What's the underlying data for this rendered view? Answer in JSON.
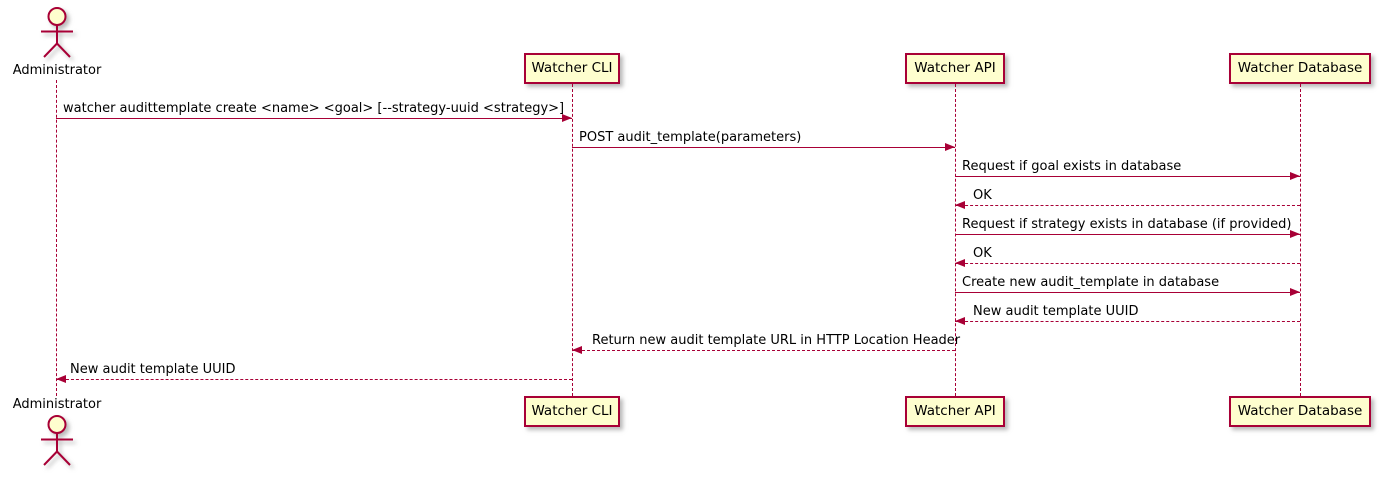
{
  "diagram": {
    "kind": "uml-sequence-diagram",
    "colors": {
      "line": "#A80036",
      "fill": "#FEFECE",
      "text": "#000000",
      "background": "#FFFFFF"
    },
    "actor": {
      "label": "Administrator"
    },
    "participants": [
      {
        "label": "Watcher CLI"
      },
      {
        "label": "Watcher API"
      },
      {
        "label": "Watcher Database"
      }
    ],
    "messages": [
      {
        "text": "watcher audittemplate create <name> <goal> [--strategy-uuid <strategy>]",
        "from": "Administrator",
        "to": "Watcher CLI",
        "line": "solid",
        "direction": "right"
      },
      {
        "text": "POST audit_template(parameters)",
        "from": "Watcher CLI",
        "to": "Watcher API",
        "line": "solid",
        "direction": "right"
      },
      {
        "text": "Request if goal exists in database",
        "from": "Watcher API",
        "to": "Watcher Database",
        "line": "solid",
        "direction": "right"
      },
      {
        "text": "OK",
        "from": "Watcher Database",
        "to": "Watcher API",
        "line": "dashed",
        "direction": "left"
      },
      {
        "text": "Request if strategy exists in database (if provided)",
        "from": "Watcher API",
        "to": "Watcher Database",
        "line": "solid",
        "direction": "right"
      },
      {
        "text": "OK",
        "from": "Watcher Database",
        "to": "Watcher API",
        "line": "dashed",
        "direction": "left"
      },
      {
        "text": "Create new audit_template in database",
        "from": "Watcher API",
        "to": "Watcher Database",
        "line": "solid",
        "direction": "right"
      },
      {
        "text": "New audit template UUID",
        "from": "Watcher Database",
        "to": "Watcher API",
        "line": "dashed",
        "direction": "left"
      },
      {
        "text": "Return new audit template URL in HTTP Location Header",
        "from": "Watcher API",
        "to": "Watcher CLI",
        "line": "dashed",
        "direction": "left"
      },
      {
        "text": "New audit template UUID",
        "from": "Watcher CLI",
        "to": "Administrator",
        "line": "dashed",
        "direction": "left"
      }
    ]
  }
}
